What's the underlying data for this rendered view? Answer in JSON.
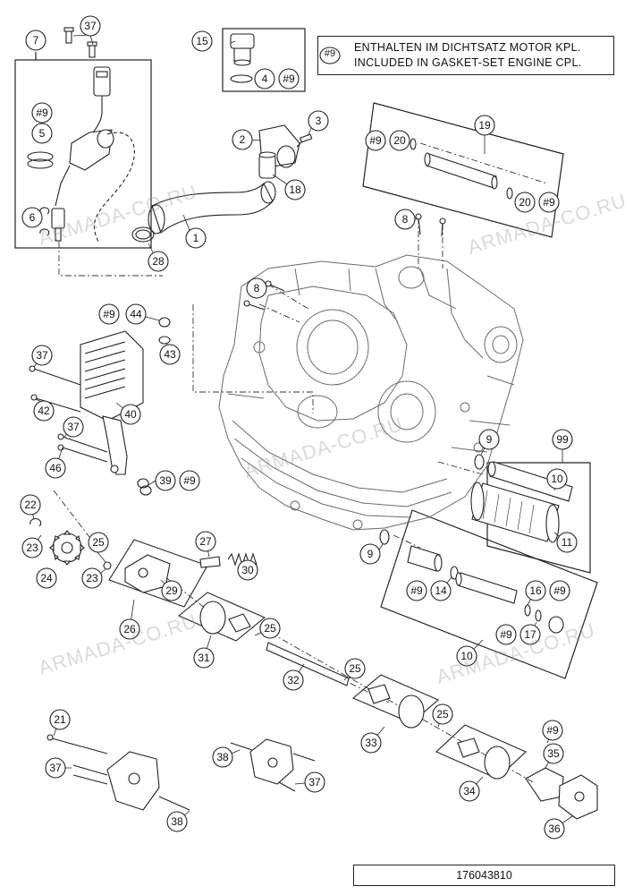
{
  "note": {
    "ref": "#9",
    "line1": "ENTHALTEN IM DICHTSATZ MOTOR KPL.",
    "line2": "INCLUDED IN GASKET-SET ENGINE CPL."
  },
  "drawing_number": "176043810",
  "watermark": "ARMADA-CO.RU",
  "callouts": [
    {
      "id": "c37a",
      "label": "37"
    },
    {
      "id": "c7",
      "label": "7"
    },
    {
      "id": "c15",
      "label": "15"
    },
    {
      "id": "c4",
      "label": "4"
    },
    {
      "id": "c9a",
      "label": "#9"
    },
    {
      "id": "c3",
      "label": "3"
    },
    {
      "id": "c2",
      "label": "2"
    },
    {
      "id": "c9b",
      "label": "#9"
    },
    {
      "id": "c5",
      "label": "5"
    },
    {
      "id": "c18",
      "label": "18"
    },
    {
      "id": "c19",
      "label": "19"
    },
    {
      "id": "c9c",
      "label": "#9"
    },
    {
      "id": "c20a",
      "label": "20"
    },
    {
      "id": "c20b",
      "label": "20"
    },
    {
      "id": "c9d",
      "label": "#9"
    },
    {
      "id": "c6",
      "label": "6"
    },
    {
      "id": "c8a",
      "label": "8"
    },
    {
      "id": "c1",
      "label": "1"
    },
    {
      "id": "c28",
      "label": "28"
    },
    {
      "id": "c8b",
      "label": "8"
    },
    {
      "id": "c9e",
      "label": "#9"
    },
    {
      "id": "c44",
      "label": "44"
    },
    {
      "id": "c37b",
      "label": "37"
    },
    {
      "id": "c43",
      "label": "43"
    },
    {
      "id": "c42",
      "label": "42"
    },
    {
      "id": "c40",
      "label": "40"
    },
    {
      "id": "c37c",
      "label": "37"
    },
    {
      "id": "c46",
      "label": "46"
    },
    {
      "id": "c39",
      "label": "39"
    },
    {
      "id": "c9f",
      "label": "#9"
    },
    {
      "id": "c9g",
      "label": "9"
    },
    {
      "id": "c99",
      "label": "99"
    },
    {
      "id": "c10a",
      "label": "10"
    },
    {
      "id": "c11",
      "label": "11"
    },
    {
      "id": "c22",
      "label": "22"
    },
    {
      "id": "c23a",
      "label": "23"
    },
    {
      "id": "c25a",
      "label": "25"
    },
    {
      "id": "c27",
      "label": "27"
    },
    {
      "id": "c30",
      "label": "30"
    },
    {
      "id": "c9h",
      "label": "9"
    },
    {
      "id": "c23b",
      "label": "23"
    },
    {
      "id": "c24",
      "label": "24"
    },
    {
      "id": "c29",
      "label": "29"
    },
    {
      "id": "c9i",
      "label": "#9"
    },
    {
      "id": "c14",
      "label": "14"
    },
    {
      "id": "c16",
      "label": "16"
    },
    {
      "id": "c9j",
      "label": "#9"
    },
    {
      "id": "c26",
      "label": "26"
    },
    {
      "id": "c25b",
      "label": "25"
    },
    {
      "id": "c9k",
      "label": "#9"
    },
    {
      "id": "c17",
      "label": "17"
    },
    {
      "id": "c31",
      "label": "31"
    },
    {
      "id": "c10b",
      "label": "10"
    },
    {
      "id": "c25c",
      "label": "25"
    },
    {
      "id": "c32",
      "label": "32"
    },
    {
      "id": "c21",
      "label": "21"
    },
    {
      "id": "c25d",
      "label": "25"
    },
    {
      "id": "c9l",
      "label": "#9"
    },
    {
      "id": "c33",
      "label": "33"
    },
    {
      "id": "c35",
      "label": "35"
    },
    {
      "id": "c38a",
      "label": "38"
    },
    {
      "id": "c37d",
      "label": "37"
    },
    {
      "id": "c37e",
      "label": "37"
    },
    {
      "id": "c34",
      "label": "34"
    },
    {
      "id": "c38b",
      "label": "38"
    },
    {
      "id": "c36",
      "label": "36"
    }
  ]
}
